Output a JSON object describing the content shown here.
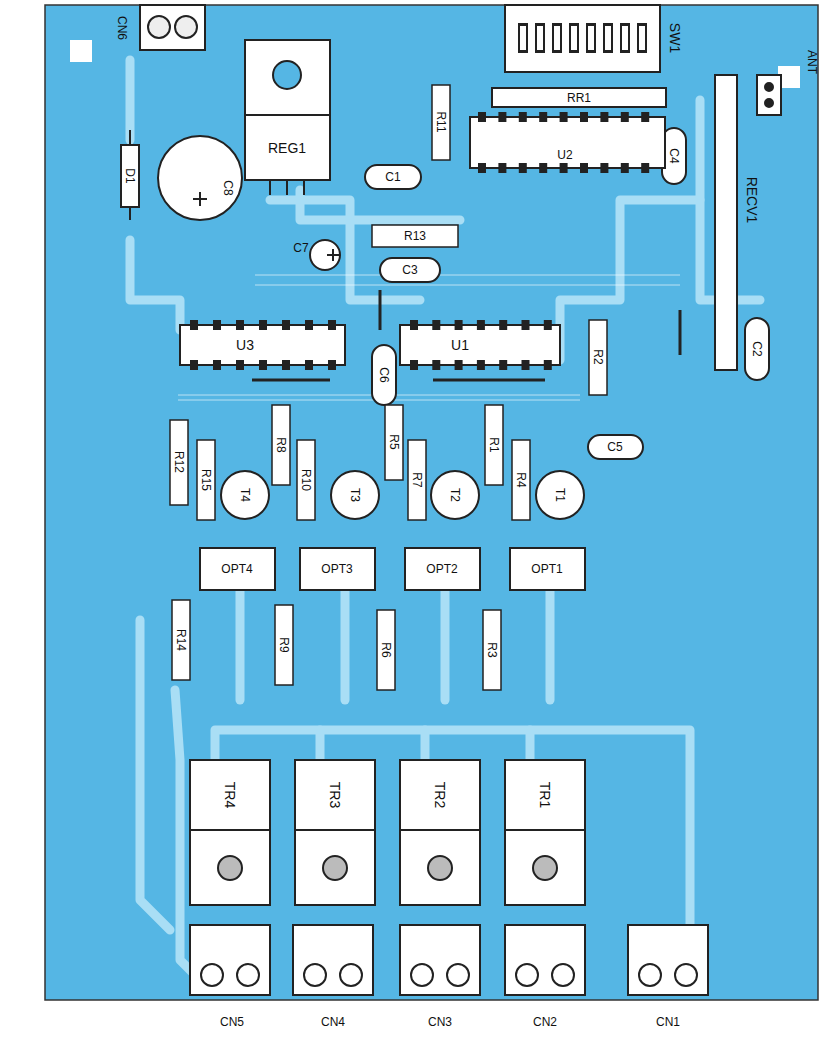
{
  "diagram": {
    "labels": [
      "CN6",
      "REG1",
      "SW1",
      "ANT",
      "RECV1",
      "RR1",
      "R11",
      "C1",
      "C8",
      "D1",
      "C7",
      "R13",
      "C3",
      "U2",
      "C4",
      "C2",
      "C6",
      "U3",
      "U1",
      "R2",
      "C5",
      "R12",
      "R15",
      "R8",
      "R10",
      "R5",
      "R7",
      "R1",
      "R4",
      "T4",
      "T3",
      "T2",
      "T1",
      "OPT4",
      "OPT3",
      "OPT2",
      "OPT1",
      "R14",
      "R9",
      "R6",
      "R3",
      "TR4",
      "TR3",
      "TR2",
      "TR1",
      "CN5",
      "CN4",
      "CN3",
      "CN2",
      "CN1"
    ]
  }
}
